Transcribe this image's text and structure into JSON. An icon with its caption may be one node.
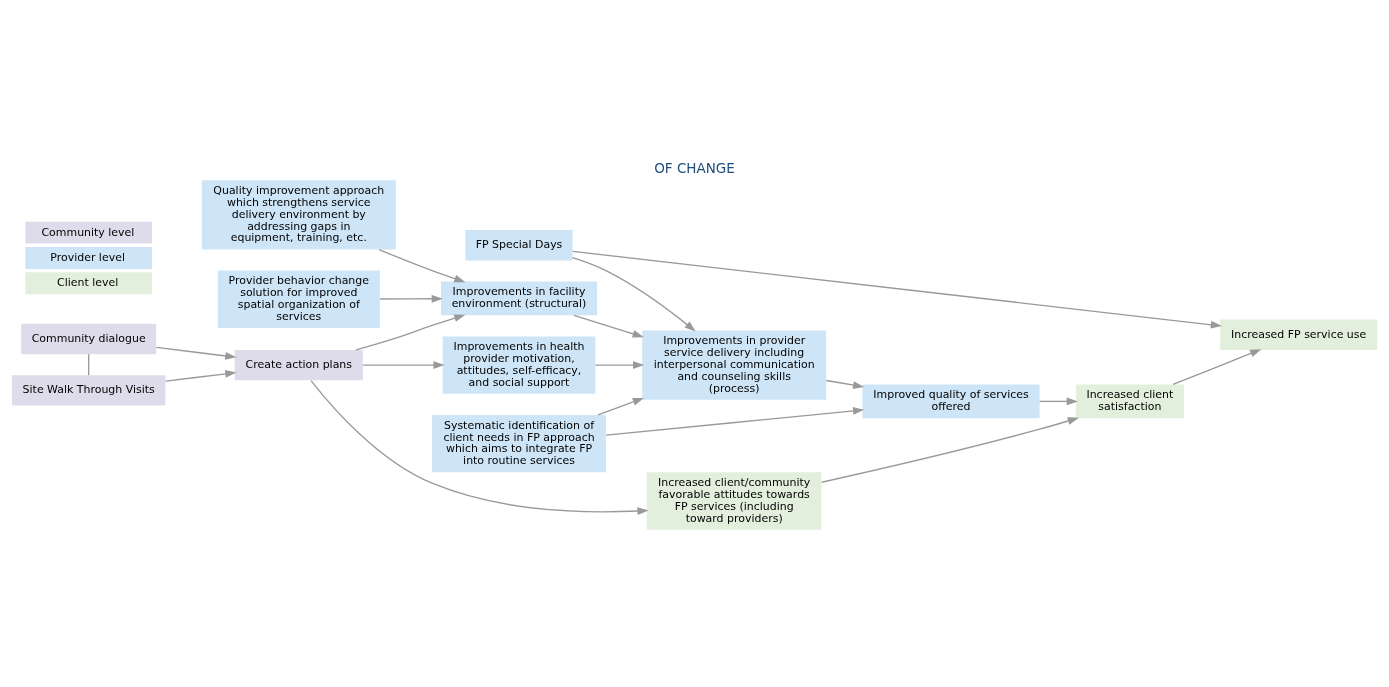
{
  "diagram": {
    "title": "OF CHANGE",
    "nodes": [
      {
        "text": [
          "Community dialogue"
        ]
      },
      {
        "text": [
          "Site Walk Through Visits"
        ]
      },
      {
        "text": [
          "Create action plans"
        ]
      },
      {
        "text": [
          "Provider behavior change solution for improved spatial organization of services"
        ]
      },
      {
        "text": [
          "Improvements in health provider motivation, attitudes, self-efficacy, and social support"
        ]
      },
      {
        "text": [
          "Increased client/community favorable attitudes towards FP services (including toward providers)"
        ]
      },
      {
        "text": [
          "Quality improvement approach which strengthens service delivery environment by addressing gaps in equipment, training, etc."
        ]
      },
      {
        "text": [
          "Improvements in facility environment (structural)"
        ]
      },
      {
        "text": [
          "Improvements in provider service delivery including interpersonal communication and counseling skills (process)"
        ]
      },
      {
        "text": [
          "FP Special Days"
        ]
      },
      {
        "text": [
          "Systematic identification of client needs in FP approach which aims to integrate FP into routine services"
        ]
      },
      {
        "text": [
          "Improved quality of services offered"
        ]
      },
      {
        "text": [
          "Increased client satisfaction"
        ]
      },
      {
        "text": [
          "Increased FP service use"
        ]
      }
    ],
    "edges": [
      {
        "from": 0,
        "to": 1,
        "arrow": "none"
      },
      {
        "from": 1,
        "to": 2,
        "arrow": "to"
      },
      {
        "from": 0,
        "to": 2,
        "arrow": "to"
      },
      {
        "from": 2,
        "to": 7,
        "arrow": "to"
      },
      {
        "from": 2,
        "to": 4,
        "arrow": "to"
      },
      {
        "from": 2,
        "to": 5,
        "arrow": "to"
      },
      {
        "from": 3,
        "to": 7,
        "arrow": "to"
      },
      {
        "from": 6,
        "to": 7,
        "arrow": "to"
      },
      {
        "from": 7,
        "to": 8,
        "arrow": "to"
      },
      {
        "from": 4,
        "to": 8,
        "arrow": "to"
      },
      {
        "from": 9,
        "to": 8,
        "arrow": "to"
      },
      {
        "from": 9,
        "to": 13,
        "arrow": "to"
      },
      {
        "from": 5,
        "to": 12,
        "arrow": "to"
      },
      {
        "from": 10,
        "to": 8,
        "arrow": "to"
      },
      {
        "from": 8,
        "to": 11,
        "arrow": "to"
      },
      {
        "from": 10,
        "to": 11,
        "arrow": "to"
      },
      {
        "from": 11,
        "to": 12,
        "arrow": "to"
      },
      {
        "from": 12,
        "to": 13,
        "arrow": "to"
      }
    ],
    "legend": [
      {
        "text": "Community level",
        "color": "#dedbea"
      },
      {
        "text": "Provider level",
        "color": "#cde5f7"
      },
      {
        "text": "Client level",
        "color": "#e2efdc"
      }
    ]
  }
}
